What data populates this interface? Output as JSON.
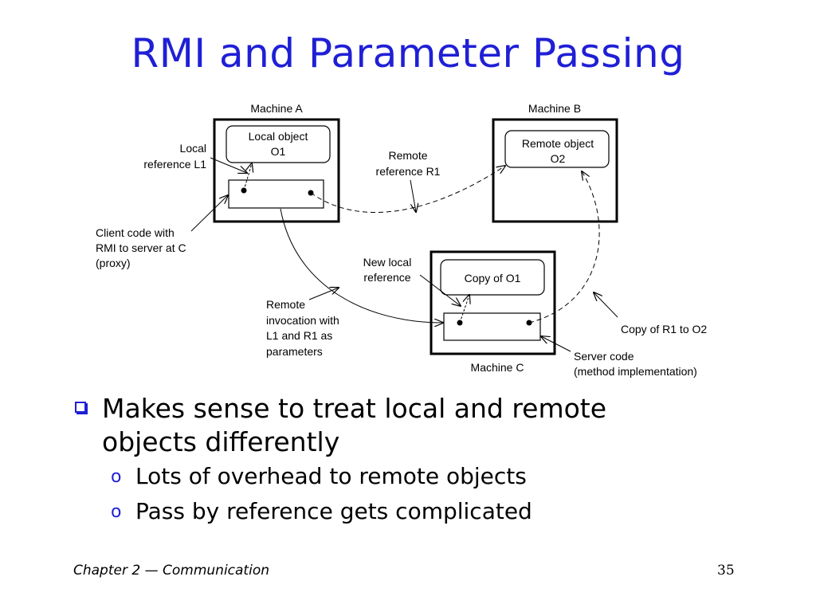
{
  "title": "RMI and Parameter Passing",
  "diagram": {
    "machine_a_label": "Machine A",
    "machine_b_label": "Machine B",
    "machine_c_label": "Machine C",
    "local_object_line1": "Local object",
    "local_object_line2": "O1",
    "remote_object_line1": "Remote object",
    "remote_object_line2": "O2",
    "copy_o1": "Copy of O1",
    "local_reference_line1": "Local",
    "local_reference_line2": "reference L1",
    "remote_reference_line1": "Remote",
    "remote_reference_line2": "reference R1",
    "client_code_line1": "Client code with",
    "client_code_line2": "RMI to server at C",
    "client_code_line3": "(proxy)",
    "new_local_ref_line1": "New local",
    "new_local_ref_line2": "reference",
    "remote_invocation_line1": "Remote",
    "remote_invocation_line2": "invocation with",
    "remote_invocation_line3": "L1 and R1 as",
    "remote_invocation_line4": "parameters",
    "copy_r1": "Copy of R1 to O2",
    "server_code_line1": "Server code",
    "server_code_line2": "(method implementation)"
  },
  "bullets": {
    "main_line1": "Makes sense to treat local and remote",
    "main_line2": "objects differently",
    "sub_marker": "o",
    "sub": [
      "Lots of overhead to remote objects",
      "Pass by reference gets complicated"
    ]
  },
  "footer": {
    "chapter": "Chapter 2",
    "dash": "—",
    "topic": "Communication",
    "page": "35"
  }
}
